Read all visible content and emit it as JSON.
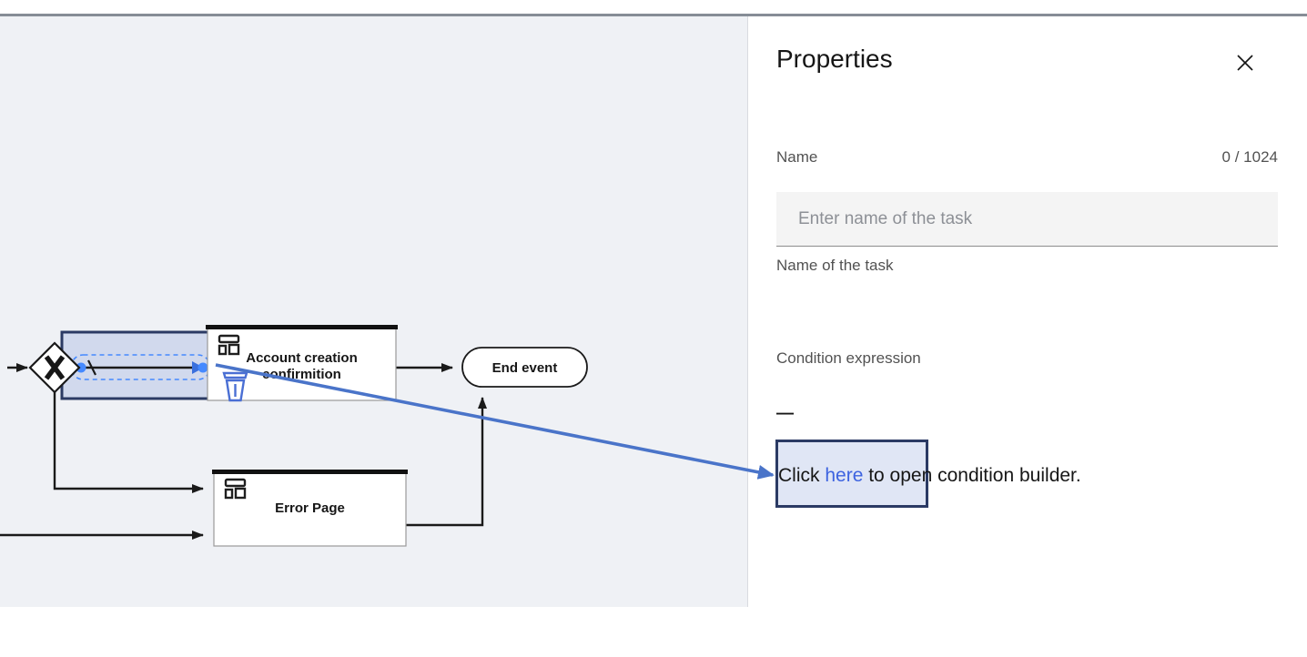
{
  "panel": {
    "title": "Properties",
    "close_icon": "close-x",
    "name_field": {
      "label": "Name",
      "counter": "0 / 1024",
      "placeholder": "Enter name of the task",
      "helper_text": "Name of the task"
    },
    "condition_field": {
      "label": "Condition expression",
      "value": "—",
      "hint_prefix": "Click ",
      "hint_link_text": "here",
      "hint_suffix": " to open condition builder."
    }
  },
  "canvas": {
    "gateway": {
      "type": "exclusive-gateway",
      "marker": "X"
    },
    "task_account": {
      "line1": "Account creation",
      "line2": "confirmition"
    },
    "task_error": {
      "label": "Error Page"
    },
    "end_event": {
      "label": "End event"
    },
    "icons": {
      "task_icon": "page-layout-icon",
      "delete_icon": "trash-icon"
    }
  },
  "colors": {
    "canvas_bg": "#eff1f5",
    "annotation_navy": "#2b3a64",
    "selection_blue": "#4589ff",
    "link_blue": "#3d63e0",
    "annotation_arrow_blue": "#4a74c9",
    "divider_gray": "#868d96"
  }
}
